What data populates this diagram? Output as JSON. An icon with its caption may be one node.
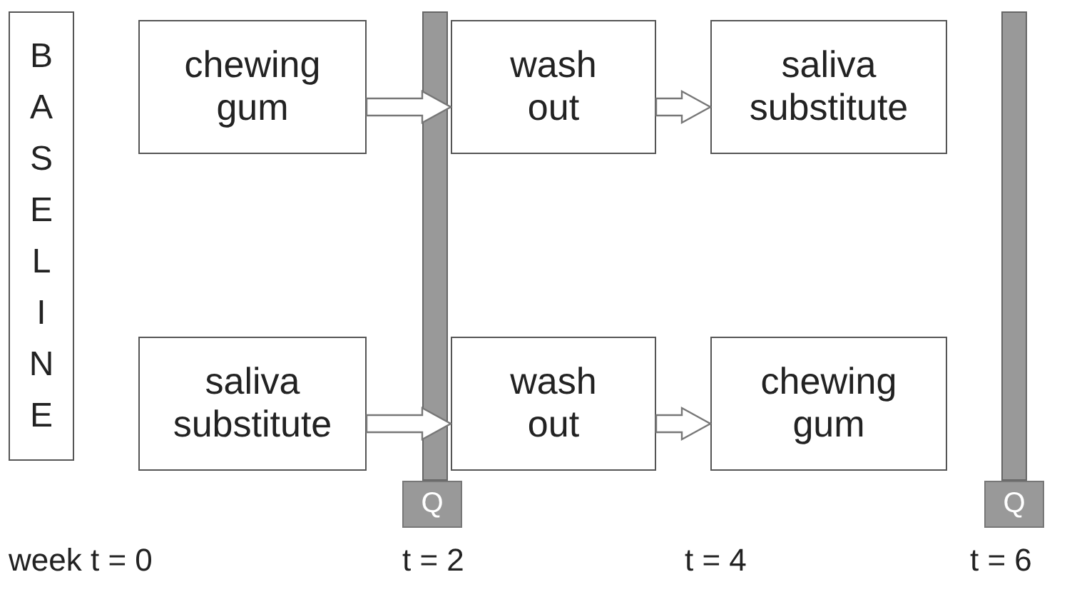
{
  "diagram": {
    "nodes": [
      {
        "text": [
          "BASELINE"
        ]
      },
      {
        "text": [
          "chewing gum"
        ]
      },
      {
        "text": [
          "wash out"
        ]
      },
      {
        "text": [
          "saliva substitute"
        ]
      },
      {
        "text": [
          "saliva substitute"
        ]
      },
      {
        "text": [
          "wash out"
        ]
      },
      {
        "text": [
          "chewing gum"
        ]
      },
      {
        "text": [
          "Q"
        ]
      },
      {
        "text": [
          "Q"
        ]
      },
      {
        "text": [],
        "shape": "bar"
      },
      {
        "text": [],
        "shape": "bar"
      }
    ],
    "edges": [
      {
        "from": 1,
        "to": 2,
        "arrow": "to"
      },
      {
        "from": 2,
        "to": 3,
        "arrow": "to"
      },
      {
        "from": 4,
        "to": 5,
        "arrow": "to"
      },
      {
        "from": 5,
        "to": 6,
        "arrow": "to"
      }
    ],
    "labels": [
      "week t = 0",
      "t = 2",
      "t = 4",
      "t = 6"
    ]
  }
}
